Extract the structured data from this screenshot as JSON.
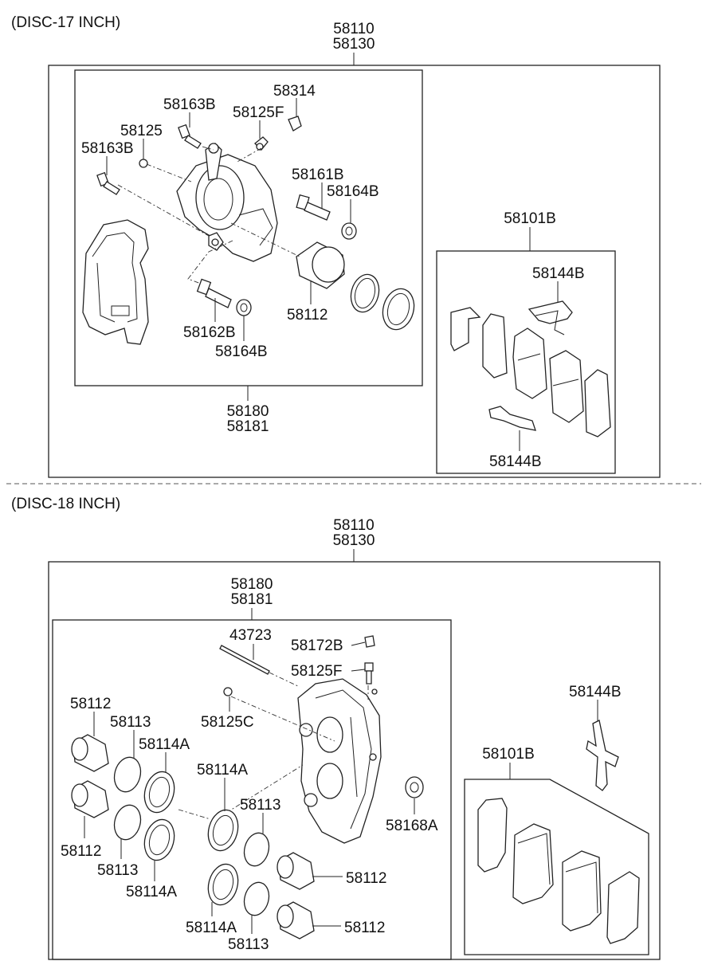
{
  "sections": {
    "top": {
      "title": "(DISC-17 INCH)",
      "assembly": [
        "58110",
        "58130"
      ],
      "caliper_assembly": [
        "58180",
        "58181"
      ],
      "parts": {
        "p58314": "58314",
        "p58163B_a": "58163B",
        "p58125F": "58125F",
        "p58125": "58125",
        "p58163B_b": "58163B",
        "p58161B": "58161B",
        "p58164B_a": "58164B",
        "p58112": "58112",
        "p58162B": "58162B",
        "p58164B_b": "58164B"
      },
      "pad_kit": {
        "label": "58101B",
        "clip_top": "58144B",
        "clip_bottom": "58144B"
      }
    },
    "bottom": {
      "title": "(DISC-18 INCH)",
      "assembly": [
        "58110",
        "58130"
      ],
      "caliper_assembly": [
        "58180",
        "58181"
      ],
      "parts": {
        "p43723": "43723",
        "p58172B": "58172B",
        "p58125F": "58125F",
        "p58125C": "58125C",
        "p58112_tl": "58112",
        "p58113_tl": "58113",
        "p58114A_tl": "58114A",
        "p58114A_c": "58114A",
        "p58113_c": "58113",
        "p58112_ml": "58112",
        "p58113_ml": "58113",
        "p58114A_ml": "58114A",
        "p58112_br": "58112",
        "p58114A_b": "58114A",
        "p58113_b": "58113",
        "p58112_bb": "58112",
        "p58168A": "58168A"
      },
      "pad_kit": {
        "label": "58101B",
        "clip": "58144B"
      }
    }
  }
}
